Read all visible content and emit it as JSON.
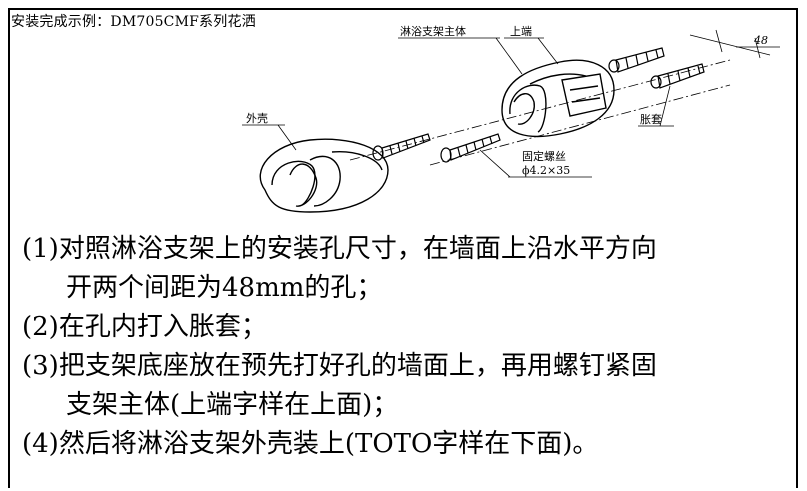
{
  "caption": "安装完成示例：DM705CMF系列花洒",
  "labels": {
    "main_body": "淋浴支架主体",
    "top_end": "上端",
    "dimension": "48",
    "shell": "外壳",
    "anchor": "胀套",
    "screw_name": "固定螺丝",
    "screw_size": "ϕ4.2×35"
  },
  "steps": [
    "(1)对照淋浴支架上的安装孔尺寸，在墙面上沿水平方向",
    "开两个间距为48mm的孔；",
    "(2)在孔内打入胀套；",
    "(3)把支架底座放在预先打好孔的墙面上，再用螺钉紧固",
    "支架主体(上端字样在上面)；",
    "(4)然后将淋浴支架外壳装上(TOTO字样在下面)。"
  ]
}
